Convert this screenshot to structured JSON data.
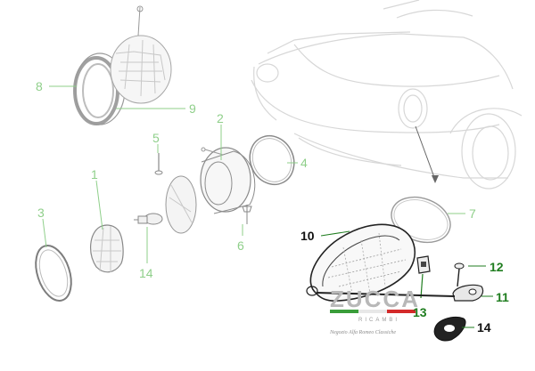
{
  "callouts": [
    {
      "id": "c8",
      "text": "8",
      "style": "faded"
    },
    {
      "id": "c9",
      "text": "9",
      "style": "faded"
    },
    {
      "id": "c2",
      "text": "2",
      "style": "faded"
    },
    {
      "id": "c5",
      "text": "5",
      "style": "faded"
    },
    {
      "id": "c4",
      "text": "4",
      "style": "faded"
    },
    {
      "id": "c1",
      "text": "1",
      "style": "faded"
    },
    {
      "id": "c3",
      "text": "3",
      "style": "faded"
    },
    {
      "id": "c14a",
      "text": "14",
      "style": "faded"
    },
    {
      "id": "c6",
      "text": "6",
      "style": "faded"
    },
    {
      "id": "c7",
      "text": "7",
      "style": "faded"
    },
    {
      "id": "c10",
      "text": "10",
      "style": "dark"
    },
    {
      "id": "c12",
      "text": "12",
      "style": "bold"
    },
    {
      "id": "c11",
      "text": "11",
      "style": "bold"
    },
    {
      "id": "c13",
      "text": "13",
      "style": "bold"
    },
    {
      "id": "c14b",
      "text": "14",
      "style": "dark"
    }
  ],
  "watermark": {
    "brand": "ZUCCA",
    "sub": "RICAMBI",
    "tagline": "Negozio Alfa Romeo Classiche",
    "flag_colors": [
      "#3a9d3a",
      "#ffffff",
      "#d42a2a"
    ]
  },
  "colors": {
    "label_faded": "#8fcf8a",
    "label_bold": "#1f7d1f",
    "label_dark": "#111111"
  }
}
